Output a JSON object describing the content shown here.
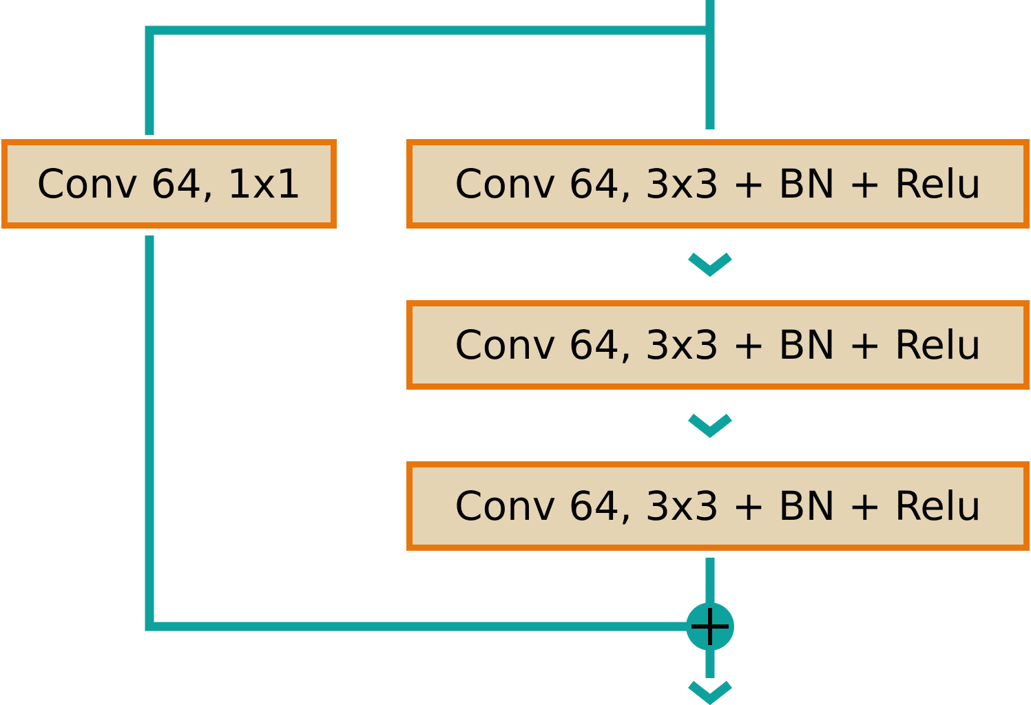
{
  "diagram": {
    "colors": {
      "connector": "#0ea29e",
      "block_border": "#e8760c",
      "block_fill": "#e4d4b4",
      "text": "#000000"
    },
    "skip_branch": {
      "label": "Conv 64, 1x1"
    },
    "main_branch": [
      {
        "label": "Conv 64, 3x3 + BN + Relu"
      },
      {
        "label": "Conv 64, 3x3 + BN + Relu"
      },
      {
        "label": "Conv 64, 3x3 + BN + Relu"
      }
    ],
    "merge": {
      "operator": "+",
      "icon": "add-circle-icon"
    },
    "arrow_icon": "chevron-down-icon"
  }
}
